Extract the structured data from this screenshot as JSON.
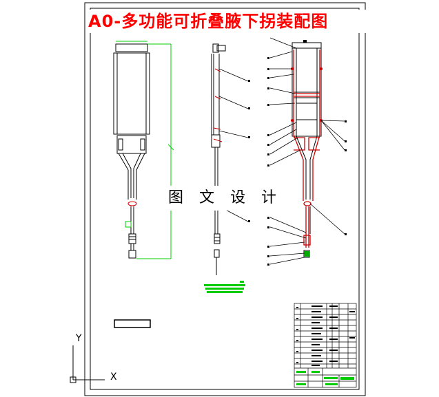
{
  "drawing": {
    "title": "A0-多功能可折叠腋下拐装配图",
    "watermark": "图 文 设 计",
    "ucs_y_label": "Y",
    "ucs_x_label": "X"
  },
  "colors": {
    "line": "#000000",
    "dimension": "#00cc00",
    "part_highlight": "#cc0000",
    "title_text": "#ff0000",
    "background": "#ffffff"
  }
}
